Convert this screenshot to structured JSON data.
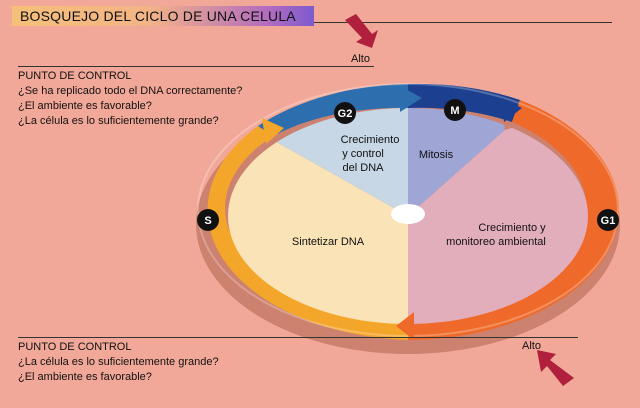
{
  "title": "BOSQUEJO DEL CICLO DE UNA CELULA",
  "checkpoint_top": {
    "stop_label": "Alto",
    "heading": "PUNTO DE CONTROL",
    "questions": [
      "¿Se ha replicado todo el DNA correctamente?",
      "¿El ambiente es favorable?",
      "¿La célula es lo suficientemente grande?"
    ]
  },
  "checkpoint_bottom": {
    "stop_label": "Alto",
    "heading": "PUNTO DE CONTROL",
    "questions": [
      "¿La célula es lo suficientemente grande?",
      "¿El ambiente es favorable?"
    ]
  },
  "phases": {
    "g2": "G2",
    "m": "M",
    "g1": "G1",
    "s": "S"
  },
  "sectors": {
    "g2_text": [
      "Crecimiento",
      "y control",
      "del DNA"
    ],
    "m_text": "Mitosis",
    "g1_text": [
      "Crecimiento y",
      "monitoreo ambiental"
    ],
    "s_text": "Sintetizar DNA"
  },
  "colors": {
    "background": "#f2a899",
    "s_ring": "#f4a62a",
    "g1_ring": "#ef6a2a",
    "g2_ring": "#2d6fae",
    "m_ring": "#1c3f8f",
    "s_sector": "#fae3b6",
    "g1_sector": "#e2aebc",
    "g2_sector": "#c7d7e6",
    "m_sector": "#9fa6d6",
    "stop_arrow": "#b0203c"
  }
}
